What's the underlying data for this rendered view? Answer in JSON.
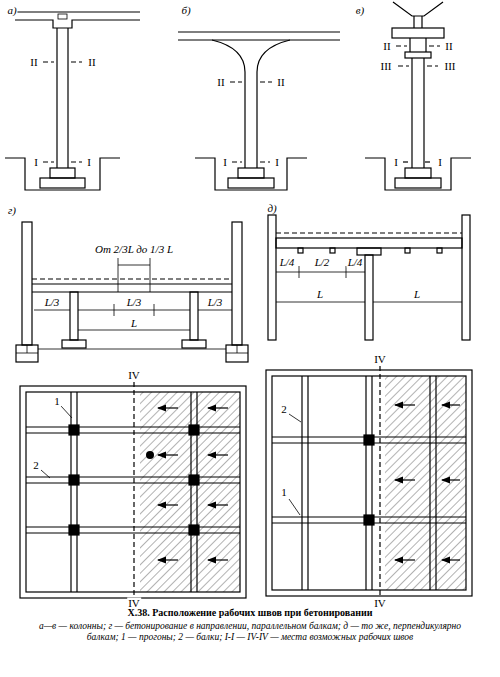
{
  "diagram": {
    "title": "Х.38. Расположение рабочих швов при бетонировании",
    "caption": "а—в — колонны; г — бетонирование в направлении, параллельном балкам; д — то же, перпендикулярно балкам; 1 — прогоны; 2 — балки; I-I — IV-IV — места возможных рабочих швов",
    "labels": [
      "а)",
      "II",
      "II",
      "I",
      "I",
      "б)",
      "II",
      "II",
      "I",
      "I",
      "в)",
      "II",
      "II",
      "III",
      "III",
      "I",
      "I",
      "г)",
      "От 2/3L до 1/3 L",
      "L/3",
      "L/3",
      "L/3",
      "L",
      "IV",
      "1",
      "2",
      "IV",
      "д)",
      "L/4",
      "L/2",
      "L/4",
      "L",
      "L",
      "IV",
      "2",
      "1",
      "IV"
    ]
  }
}
